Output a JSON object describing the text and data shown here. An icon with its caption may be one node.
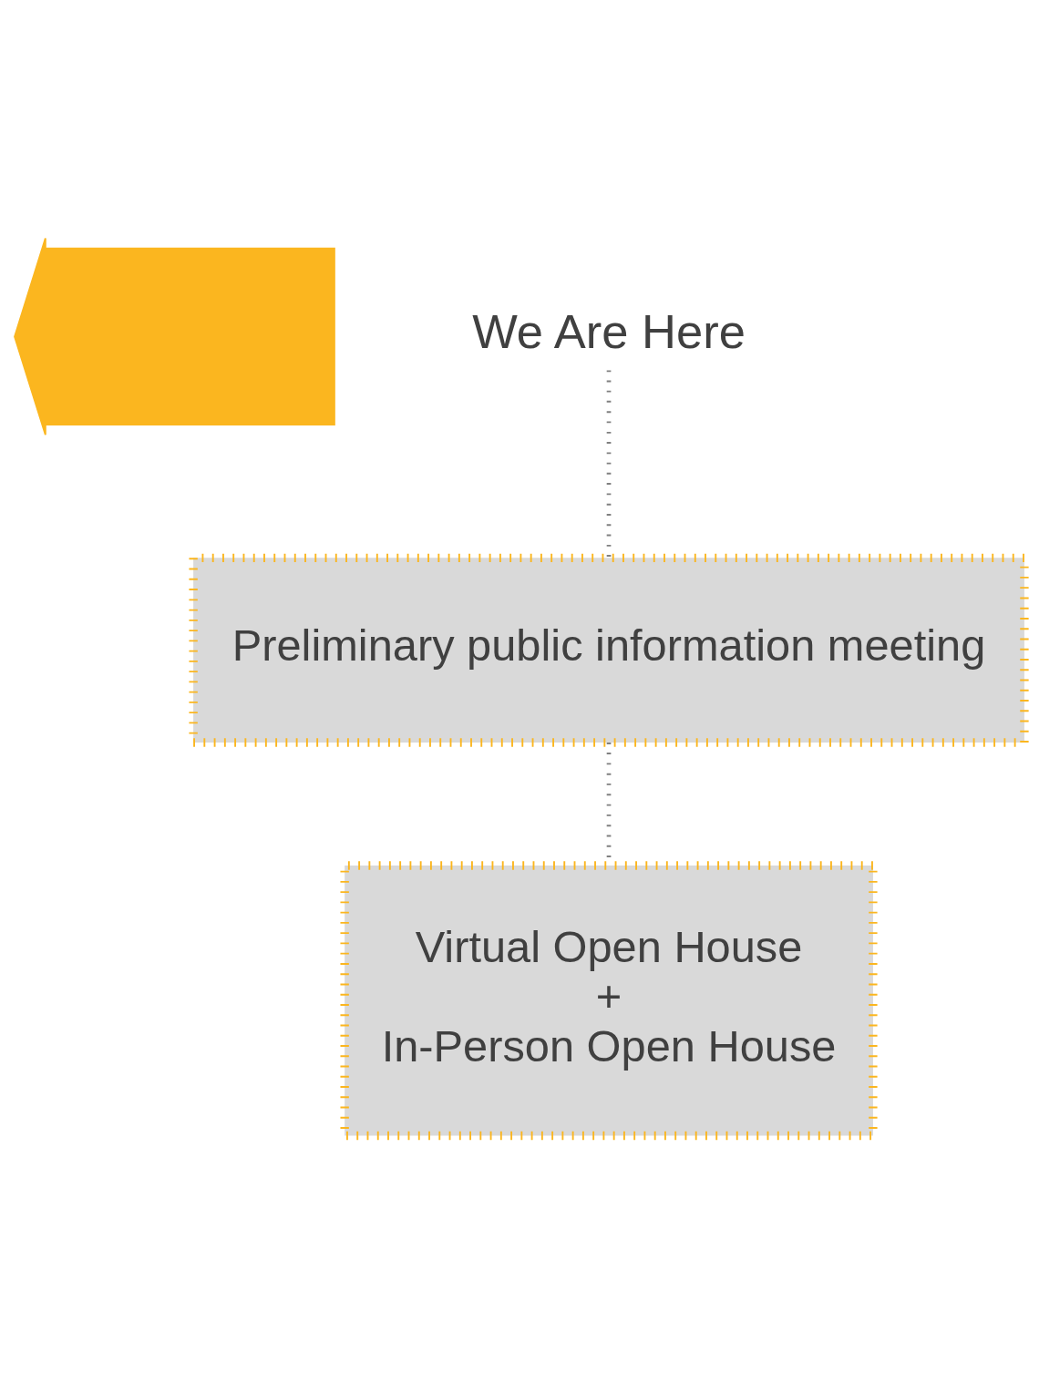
{
  "diagram": {
    "nodes": [
      {
        "text": [],
        "shape": "arrow"
      },
      {
        "text": [
          "We Are Here"
        ]
      },
      {
        "text": [
          "Preliminary public information meeting"
        ]
      },
      {
        "text": [
          "Virtual Open House",
          "+",
          "In-Person Open House"
        ]
      }
    ],
    "edges": [
      {
        "from": 1,
        "to": 2,
        "arrow": "none",
        "style": "dashed",
        "color": "#808080"
      },
      {
        "from": 2,
        "to": 3,
        "arrow": "none",
        "style": "dashed",
        "color": "#808080"
      }
    ]
  }
}
